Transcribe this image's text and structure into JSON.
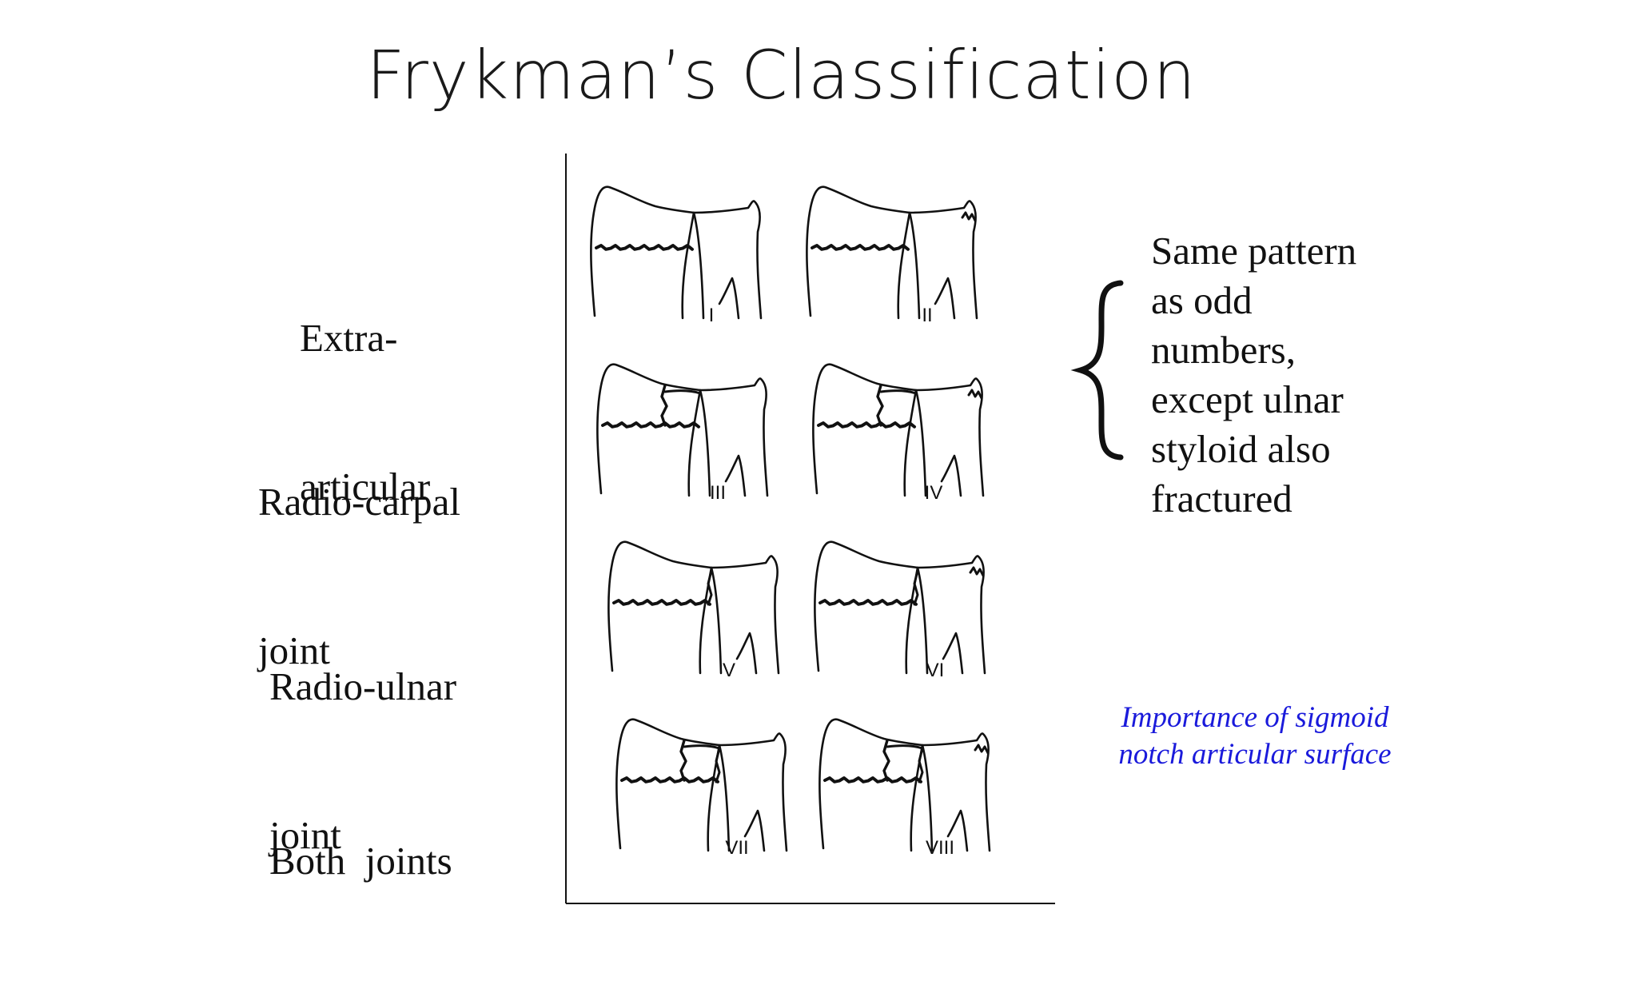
{
  "slide": {
    "title": "Frykman’s Classification"
  },
  "row_labels": [
    {
      "line1": "Extra-",
      "line2": "articular"
    },
    {
      "line1": "Radio-carpal",
      "line2": "joint"
    },
    {
      "line1": "Radio-ulnar",
      "line2": "joint"
    },
    {
      "line1": "Both  joints",
      "line2": ""
    }
  ],
  "types": [
    {
      "numeral": "I",
      "pattern": "extra-articular",
      "ulnar_styloid_fracture": false
    },
    {
      "numeral": "II",
      "pattern": "extra-articular",
      "ulnar_styloid_fracture": true
    },
    {
      "numeral": "III",
      "pattern": "radio-carpal",
      "ulnar_styloid_fracture": false
    },
    {
      "numeral": "IV",
      "pattern": "radio-carpal",
      "ulnar_styloid_fracture": true
    },
    {
      "numeral": "V",
      "pattern": "radio-ulnar",
      "ulnar_styloid_fracture": false
    },
    {
      "numeral": "VI",
      "pattern": "radio-ulnar",
      "ulnar_styloid_fracture": true
    },
    {
      "numeral": "VII",
      "pattern": "both",
      "ulnar_styloid_fracture": false
    },
    {
      "numeral": "VIII",
      "pattern": "both",
      "ulnar_styloid_fracture": true
    }
  ],
  "note": {
    "lines": [
      "Same pattern",
      "as odd",
      "numbers,",
      "except ulnar",
      "styloid also",
      "fractured"
    ]
  },
  "callout": {
    "lines": [
      "Importance of sigmoid",
      "notch articular surface"
    ],
    "color": "#1a1adb"
  },
  "colors": {
    "ink": "#111111",
    "background": "#ffffff"
  }
}
